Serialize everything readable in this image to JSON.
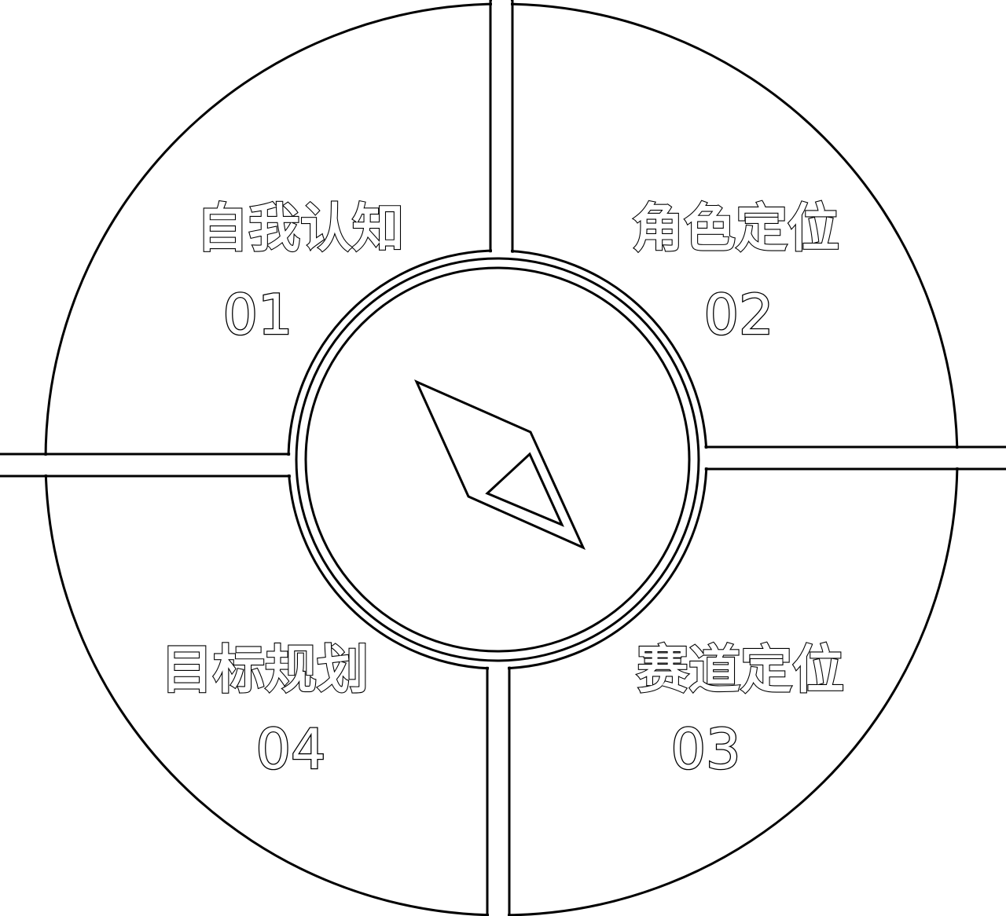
{
  "diagram": {
    "segments": [
      {
        "title": "自我认知",
        "number": "01",
        "position": "top-left"
      },
      {
        "title": "角色定位",
        "number": "02",
        "position": "top-right"
      },
      {
        "title": "赛道定位",
        "number": "03",
        "position": "bottom-right"
      },
      {
        "title": "目标规划",
        "number": "04",
        "position": "bottom-left"
      }
    ],
    "center_icon": "compass-icon",
    "colors": {
      "line": "#000000",
      "background": "#ffffff"
    }
  }
}
